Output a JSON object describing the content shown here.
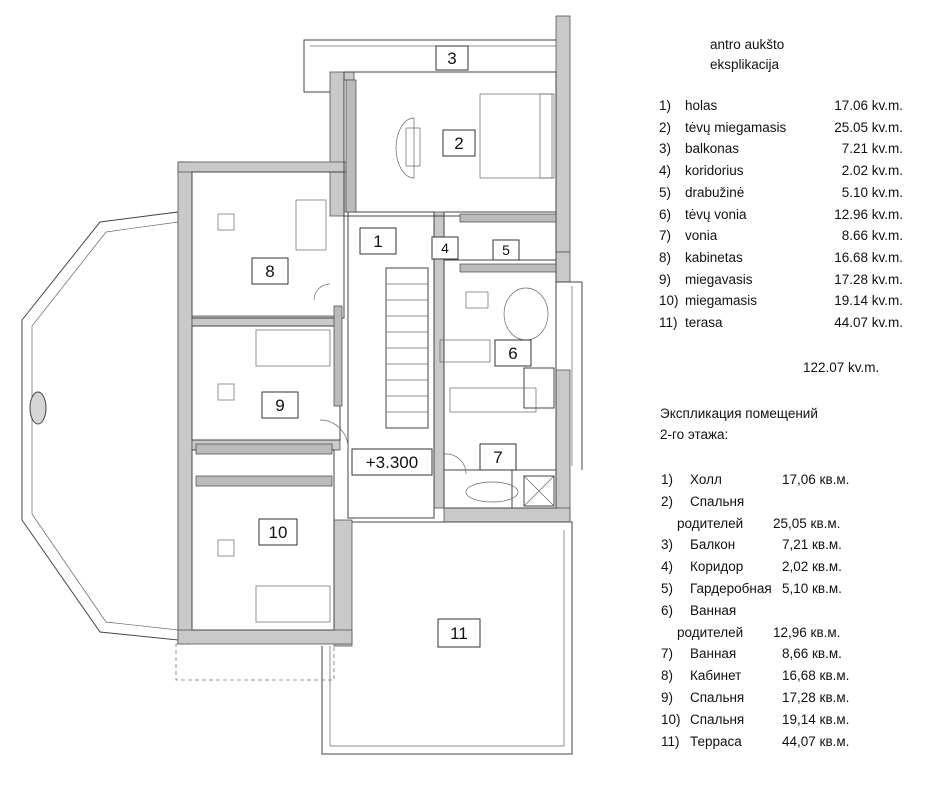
{
  "plan": {
    "level_label": "+3.300",
    "rooms": [
      "1",
      "2",
      "3",
      "4",
      "5",
      "6",
      "7",
      "8",
      "9",
      "10",
      "11"
    ]
  },
  "legend_lt": {
    "title_line1": "antro aukšto",
    "title_line2": "eksplikacija",
    "items": [
      {
        "num": "1)",
        "name": "holas",
        "area": "17.06 kv.m."
      },
      {
        "num": "2)",
        "name": "tėvų miegamasis",
        "area": "25.05 kv.m."
      },
      {
        "num": "3)",
        "name": "balkonas",
        "area": "7.21 kv.m."
      },
      {
        "num": "4)",
        "name": "koridorius",
        "area": "2.02 kv.m."
      },
      {
        "num": "5)",
        "name": "drabužinė",
        "area": "5.10 kv.m."
      },
      {
        "num": "6)",
        "name": "tėvų vonia",
        "area": "12.96 kv.m."
      },
      {
        "num": "7)",
        "name": "vonia",
        "area": "8.66 kv.m."
      },
      {
        "num": "8)",
        "name": "kabinetas",
        "area": "16.68 kv.m."
      },
      {
        "num": "9)",
        "name": "miegavasis",
        "area": "17.28 kv.m."
      },
      {
        "num": "10)",
        "name": "miegamasis",
        "area": "19.14 kv.m."
      },
      {
        "num": "11)",
        "name": "terasa",
        "area": "44.07 kv.m."
      }
    ],
    "total": "122.07 kv.m."
  },
  "legend_ru": {
    "title_line1": "Экспликация помещений",
    "title_line2": "2-го этажа:",
    "items": [
      {
        "num": "1)",
        "name": "Холл",
        "area": "17,06 кв.м.",
        "name2": ""
      },
      {
        "num": "2)",
        "name": "Спальня",
        "area": "",
        "name2": "родителей"
      },
      {
        "num": "",
        "name": "",
        "area": "25,05 кв.м.",
        "cont": true
      },
      {
        "num": "3)",
        "name": "Балкон",
        "area": "7,21 кв.м."
      },
      {
        "num": "4)",
        "name": "Коридор",
        "area": "2,02 кв.м."
      },
      {
        "num": "5)",
        "name": "Гардеробная",
        "area": "5,10 кв.м."
      },
      {
        "num": "6)",
        "name": "Ванная",
        "area": ""
      },
      {
        "num": "",
        "name": "родителей",
        "area": "12,96 кв.м.",
        "cont": true
      },
      {
        "num": "7)",
        "name": "Ванная",
        "area": "8,66 кв.м."
      },
      {
        "num": "8)",
        "name": "Кабинет",
        "area": "16,68 кв.м."
      },
      {
        "num": "9)",
        "name": "Спальня",
        "area": "17,28 кв.м."
      },
      {
        "num": "10)",
        "name": "Спальня",
        "area": "19,14 кв.м."
      },
      {
        "num": "11)",
        "name": "Терраса",
        "area": "44,07 кв.м."
      }
    ]
  }
}
